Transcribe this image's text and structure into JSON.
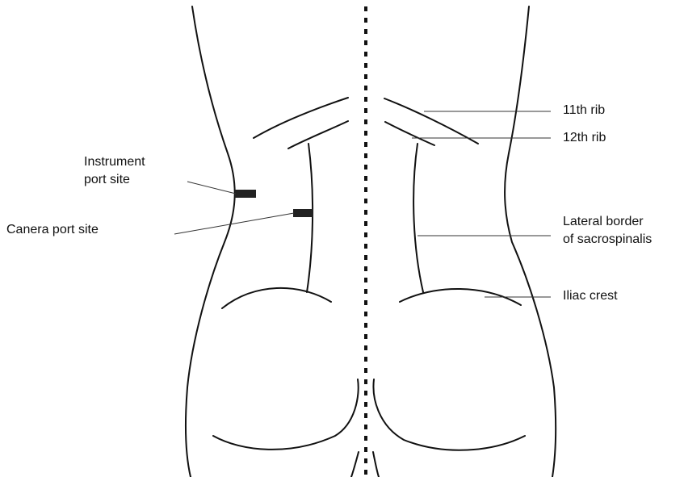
{
  "labels": {
    "rib_11": "11th rib",
    "rib_12": "12th rib",
    "instrument_port": "Instrument\nport site",
    "camera_port": "Canera port site",
    "sacrospinalis": "Lateral border\nof sacrospinalis",
    "iliac_crest": "Iliac crest"
  },
  "colors": {
    "line": "#111111",
    "leader": "#333333",
    "port_marker": "#222222",
    "background": "#ffffff"
  }
}
